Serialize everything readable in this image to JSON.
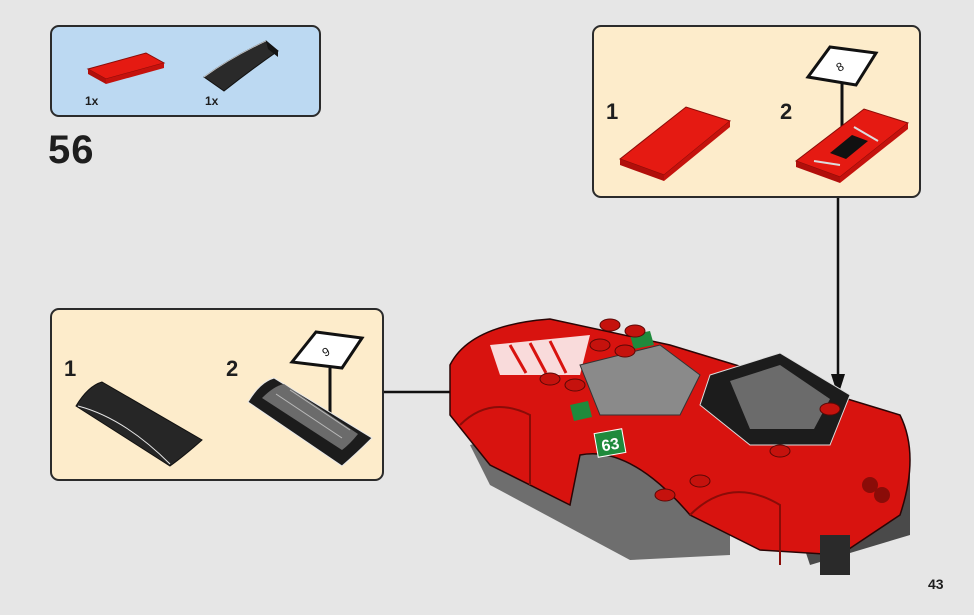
{
  "page": {
    "step_number": "56",
    "page_number": "43",
    "background_color": "#e6e6e6"
  },
  "parts_list": {
    "background_color": "#bcd9f2",
    "items": [
      {
        "icon": "red-tile-2x4-icon",
        "color": "#d8130f",
        "quantity": "1x"
      },
      {
        "icon": "black-curved-slope-icon",
        "color": "#222222",
        "quantity": "1x"
      }
    ]
  },
  "sub_assemblies": [
    {
      "position": "top-right",
      "background_color": "#fdeccb",
      "steps": [
        {
          "number": "1",
          "icon": "red-tile-icon"
        },
        {
          "number": "2",
          "icon": "red-tile-with-sticker-icon",
          "sticker": "8"
        }
      ]
    },
    {
      "position": "left",
      "background_color": "#fdeccb",
      "steps": [
        {
          "number": "1",
          "icon": "black-curved-slope-icon"
        },
        {
          "number": "2",
          "icon": "black-slope-with-windshield-sticker-icon",
          "sticker": "9"
        }
      ]
    }
  ],
  "model": {
    "icon": "red-race-car-body-icon",
    "race_number": "63",
    "primary_color": "#d8130f",
    "accent_color": "#1f8a3c"
  }
}
